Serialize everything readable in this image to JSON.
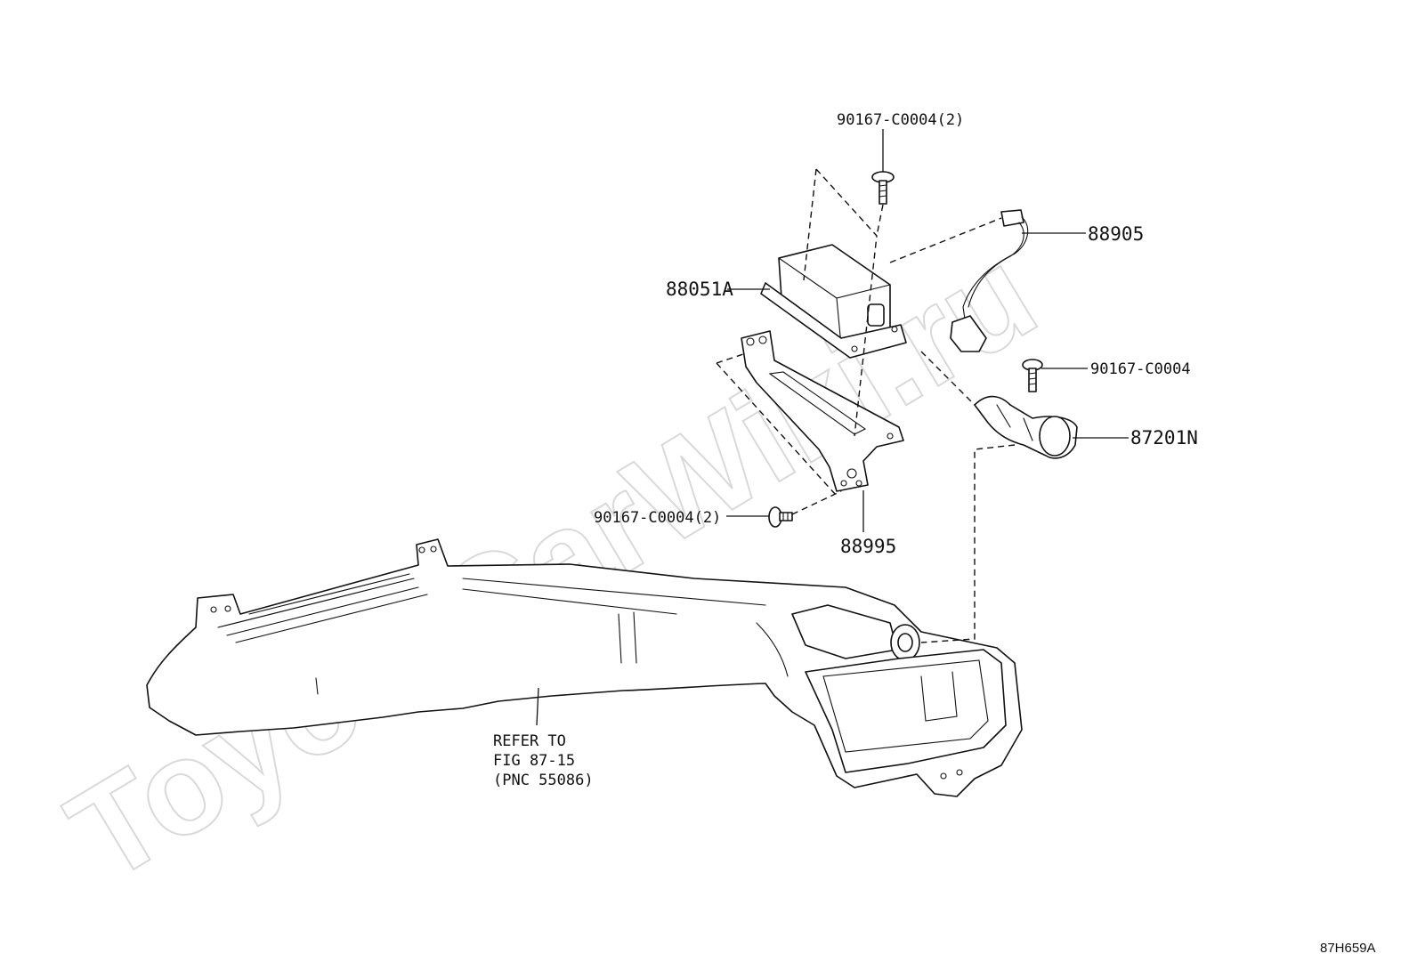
{
  "watermark": "ToyotaCarWiki.ru",
  "figure_code": "87H659A",
  "callouts": {
    "screw_top": "90167-C0004(2)",
    "harness": "88905",
    "module": "88051A",
    "screw_right": "90167-C0004",
    "hose": "87201N",
    "screw_left": "90167-C0004(2)",
    "bracket": "88995"
  },
  "refer_note": {
    "line1": "REFER TO",
    "line2": "FIG 87-15",
    "line3": "(PNC 55086)"
  }
}
